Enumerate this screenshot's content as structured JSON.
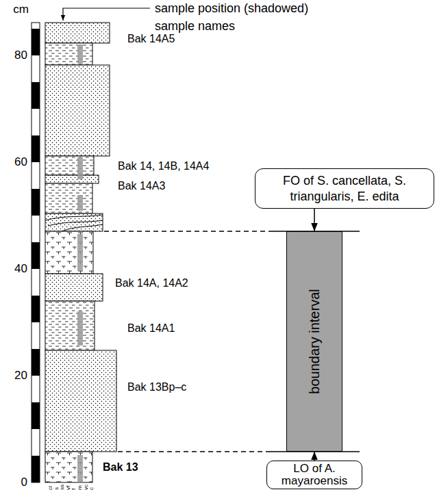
{
  "diagram": {
    "nodes": [
      {
        "text": [
          "FO of S. cancellata, S. triangularis, E. edita"
        ]
      },
      {
        "text": [
          "boundary interval"
        ]
      },
      {
        "text": [
          "LO of A. mayaroensis"
        ]
      }
    ],
    "edges": [
      {
        "from": 0,
        "to": 1,
        "arrow": "to"
      },
      {
        "from": 2,
        "to": 1,
        "arrow": "to"
      }
    ],
    "labels": [
      "cm",
      "80",
      "60",
      "40",
      "20",
      "0",
      "sample position (shadowed)",
      "sample names",
      "Bak 14A5",
      "Bak 14, 14B, 14A4",
      "Bak 14A3",
      "Bak 14A, 14A2",
      "Bak 14A1",
      "Bak 13Bp–c",
      "Bak 13",
      "cl",
      "s",
      "ss",
      "vf",
      "f",
      "m",
      "vc",
      "c"
    ]
  }
}
